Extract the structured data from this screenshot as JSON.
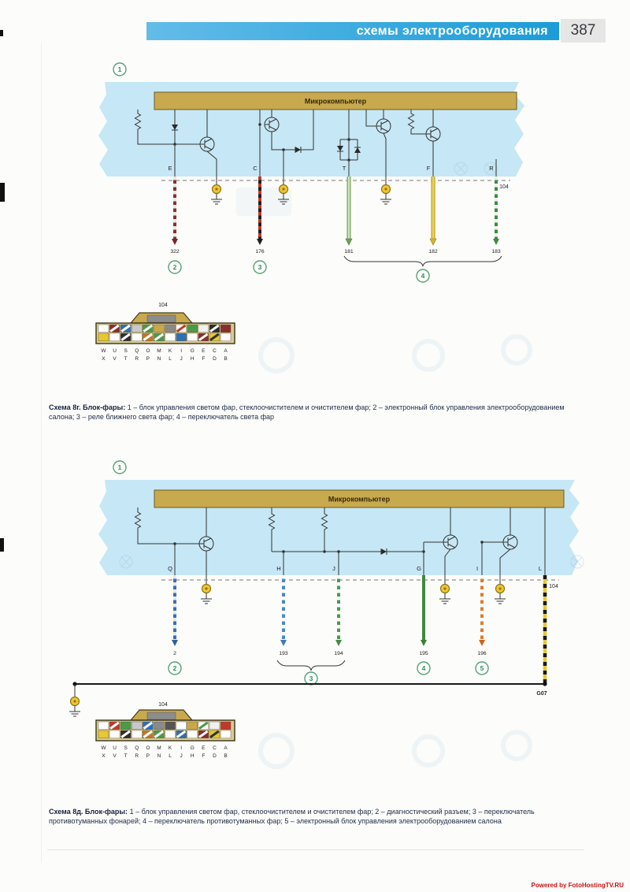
{
  "page": {
    "header_title": "схемы электрооборудования",
    "page_number": "387",
    "footer_credit": "Powered by FotoHostingTV.RU"
  },
  "diagram1": {
    "main_callout": "1",
    "chip_label": "Микрокомпьютер",
    "dash_ref": "104",
    "group_callout": "4",
    "wires": [
      {
        "terminal": "E",
        "number": "322",
        "callout": "2",
        "color": "#8a2f2f",
        "stripe": "#e8e8e8",
        "arrow": "#7a2424"
      },
      {
        "terminal": "C",
        "number": "176",
        "callout": "3",
        "color": "#1f1f1f",
        "stripe": "#c0392b",
        "arrow": "#1f1f1f"
      },
      {
        "terminal": "T",
        "number": "181",
        "color": "#6f9e58",
        "stripe": "#cfe6bf",
        "arrow": "#6f9e58"
      },
      {
        "terminal": "F",
        "number": "182",
        "color": "#b0952a",
        "stripe": "#ecd34a",
        "arrow": "#d4b72a"
      },
      {
        "terminal": "R",
        "number": "183",
        "color": "#3f8b3f",
        "stripe": "#f0f0f0",
        "arrow": "#3f8b3f"
      }
    ],
    "connector": {
      "label": "104",
      "pins_top": [
        "W",
        "U",
        "S",
        "Q",
        "O",
        "M",
        "K",
        "I",
        "G",
        "E",
        "C",
        "A"
      ],
      "pins_bottom": [
        "X",
        "V",
        "T",
        "R",
        "P",
        "N",
        "L",
        "J",
        "H",
        "F",
        "D",
        "B"
      ],
      "cells_top": [
        "#ffffff",
        "#8a2f2f/#ffffff",
        "#2f6fb5/#ffffff",
        "#c9c9c9",
        "#4a9a4a/#ffffff",
        "#caa84a",
        "#8a8a8a",
        "#ffffff/#c0392b",
        "#4a9a4a",
        "#f0f0f0",
        "#2b2b2b/#ffffff",
        "#8a2f2f"
      ],
      "cells_bottom": [
        "#e6c832",
        "#ffffff",
        "#2f2f2f/#ffffff",
        "#ffffff",
        "#c07830/#ffffff",
        "#4a9a4a/#ffffff",
        "#ffffff",
        "#2f6fb5",
        "#ffffff",
        "#8a2f2f/#ffffff",
        "#e6c832/#333333",
        "#ffffff"
      ]
    },
    "caption_bold": "Схема 8г. Блок-фары:",
    "caption_rest": " 1 – блок управления светом фар, стеклоочистителем и очистителем фар; 2 – электронный блок управления электрооборудованием салона; 3 – реле ближнего света фар; 4 – переключатель света фар"
  },
  "diagram2": {
    "main_callout": "1",
    "chip_label": "Микрокомпьютер",
    "dash_ref": "104",
    "group_callout": "3",
    "ground_label": "G07",
    "wires": [
      {
        "terminal": "Q",
        "number": "2",
        "callout": "2",
        "color": "#3a6fb5",
        "stripe": "#e8e8e8",
        "arrow": "#2f5f9e"
      },
      {
        "terminal": "H",
        "number": "193",
        "color": "#4a86c8",
        "stripe": "#ffffff",
        "arrow": "#3f78b8"
      },
      {
        "terminal": "J",
        "number": "194",
        "color": "#4a9a4a",
        "stripe": "#ffffff",
        "arrow": "#3f8b3f"
      },
      {
        "terminal": "G",
        "number": "195",
        "callout": "4",
        "color": "#3f8b3f",
        "stripe": "",
        "arrow": "#357f35"
      },
      {
        "terminal": "I",
        "number": "196",
        "callout": "5",
        "color": "#dd7d2a",
        "stripe": "#ffffff",
        "arrow": "#c9671c"
      },
      {
        "terminal": "L",
        "number": "",
        "color": "#e6c832",
        "stripe": "#1a1a1a",
        "arrow": ""
      }
    ],
    "connector": {
      "label": "104",
      "pins_top": [
        "W",
        "U",
        "S",
        "Q",
        "O",
        "M",
        "K",
        "I",
        "G",
        "E",
        "C",
        "A"
      ],
      "pins_bottom": [
        "X",
        "V",
        "T",
        "R",
        "P",
        "N",
        "L",
        "J",
        "H",
        "F",
        "D",
        "B"
      ],
      "cells_top": [
        "#ffffff",
        "#c0392b/#ffffff",
        "#4a9a4a",
        "#c9c9c9",
        "#2f6fb5/#ffffff",
        "#8a8a8a",
        "#555555",
        "#ffffff",
        "#caa84a",
        "#ffffff/#4a9a4a",
        "#f0f0f0",
        "#c0392b"
      ],
      "cells_bottom": [
        "#e6c832",
        "#ffffff",
        "#2f2f2f/#ffffff",
        "#ffffff",
        "#c07830/#ffffff",
        "#4a9a4a/#ffffff",
        "#ffffff",
        "#2f6fb5/#ffffff",
        "#ffffff",
        "#8a2f2f/#ffffff",
        "#e6c832/#333333",
        "#ffffff"
      ]
    },
    "caption_bold": "Схема 8д. Блок-фары:",
    "caption_rest": " 1 – блок управления светом фар, стеклоочистителем и очистителем фар; 2 – диагностический разъем; 3 – переключатель противотуманных фонарей; 4 – переключатель противотуманных фар; 5 – электронный блок управления электрооборудованием салона"
  }
}
